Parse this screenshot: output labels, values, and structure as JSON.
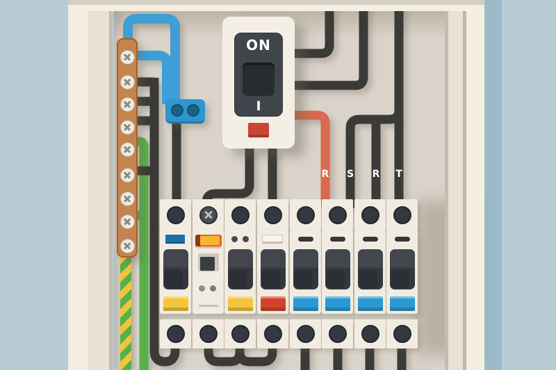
{
  "main_switch": {
    "label": "ON",
    "indicator_mark": "I"
  },
  "phase_labels": [
    {
      "text": "R",
      "wire": "red"
    },
    {
      "text": "S",
      "wire": "black"
    },
    {
      "text": "R",
      "wire": "black"
    },
    {
      "text": "T",
      "wire": "black"
    }
  ],
  "bus_bar": {
    "screw_count": 9
  },
  "terminal_rows": {
    "top_count": 8,
    "bottom_count": 8
  },
  "breakers": [
    {
      "name": "breaker-1",
      "type": "mcb",
      "top_indicator": "blue_window",
      "label": "yellow"
    },
    {
      "name": "breaker-2",
      "type": "rcd",
      "top_indicator": "orange_lever",
      "label": null
    },
    {
      "name": "breaker-3",
      "type": "mcb",
      "top_indicator": "two_dots",
      "label": "yellow"
    },
    {
      "name": "breaker-4",
      "type": "mcb",
      "top_indicator": "white_window",
      "label": "red"
    },
    {
      "name": "breaker-5",
      "type": "mcb",
      "top_indicator": "dash",
      "label": "blue"
    },
    {
      "name": "breaker-6",
      "type": "mcb",
      "top_indicator": "dash",
      "label": "blue"
    },
    {
      "name": "breaker-7",
      "type": "mcb",
      "top_indicator": "dash",
      "label": "blue"
    },
    {
      "name": "breaker-8",
      "type": "mcb",
      "top_indicator": "dash",
      "label": "blue"
    }
  ],
  "colors": {
    "wall": "#b7ccd5",
    "wall_shade": "#9cbac7",
    "frame_bright": "#f5efe2",
    "frame_mid": "#e9e2d4",
    "frame_top": "#d4cec4",
    "frame_seam": "#beb7ab",
    "panel": "#d9d3c9",
    "wire_black": "#3a3a37",
    "wire_blue": "#3f9ed6",
    "wire_green": "#57b04b",
    "wire_red": "#d9694f",
    "stripe_yellow": "#f0c43d",
    "bus_bar": "#c5834f",
    "bus_edge": "#a1602f",
    "screw_face": "#edebdf",
    "screw_slot": "#8f887b",
    "connector_blue": "#2f96cc",
    "connector_hole": "#1d6285",
    "device_body": "#f1ece1",
    "circle_dark": "#343841",
    "toggle": "#34383d",
    "toggle_dark": "#2b2f35",
    "label_yellow": "#f4c63e",
    "label_blue": "#2b9ad2",
    "label_red": "#d2422d",
    "ind_blue": "#1d6fa9",
    "ind_white": "#f7f3e9",
    "rcd_outer": "#e8622c",
    "rcd_inner": "#f9b52f",
    "switch_body": "#f4efe4",
    "switch_panel": "#40444b",
    "switch_rocker": "#282c31",
    "switch_red": "#cb4632",
    "text_white": "#ffffff"
  }
}
